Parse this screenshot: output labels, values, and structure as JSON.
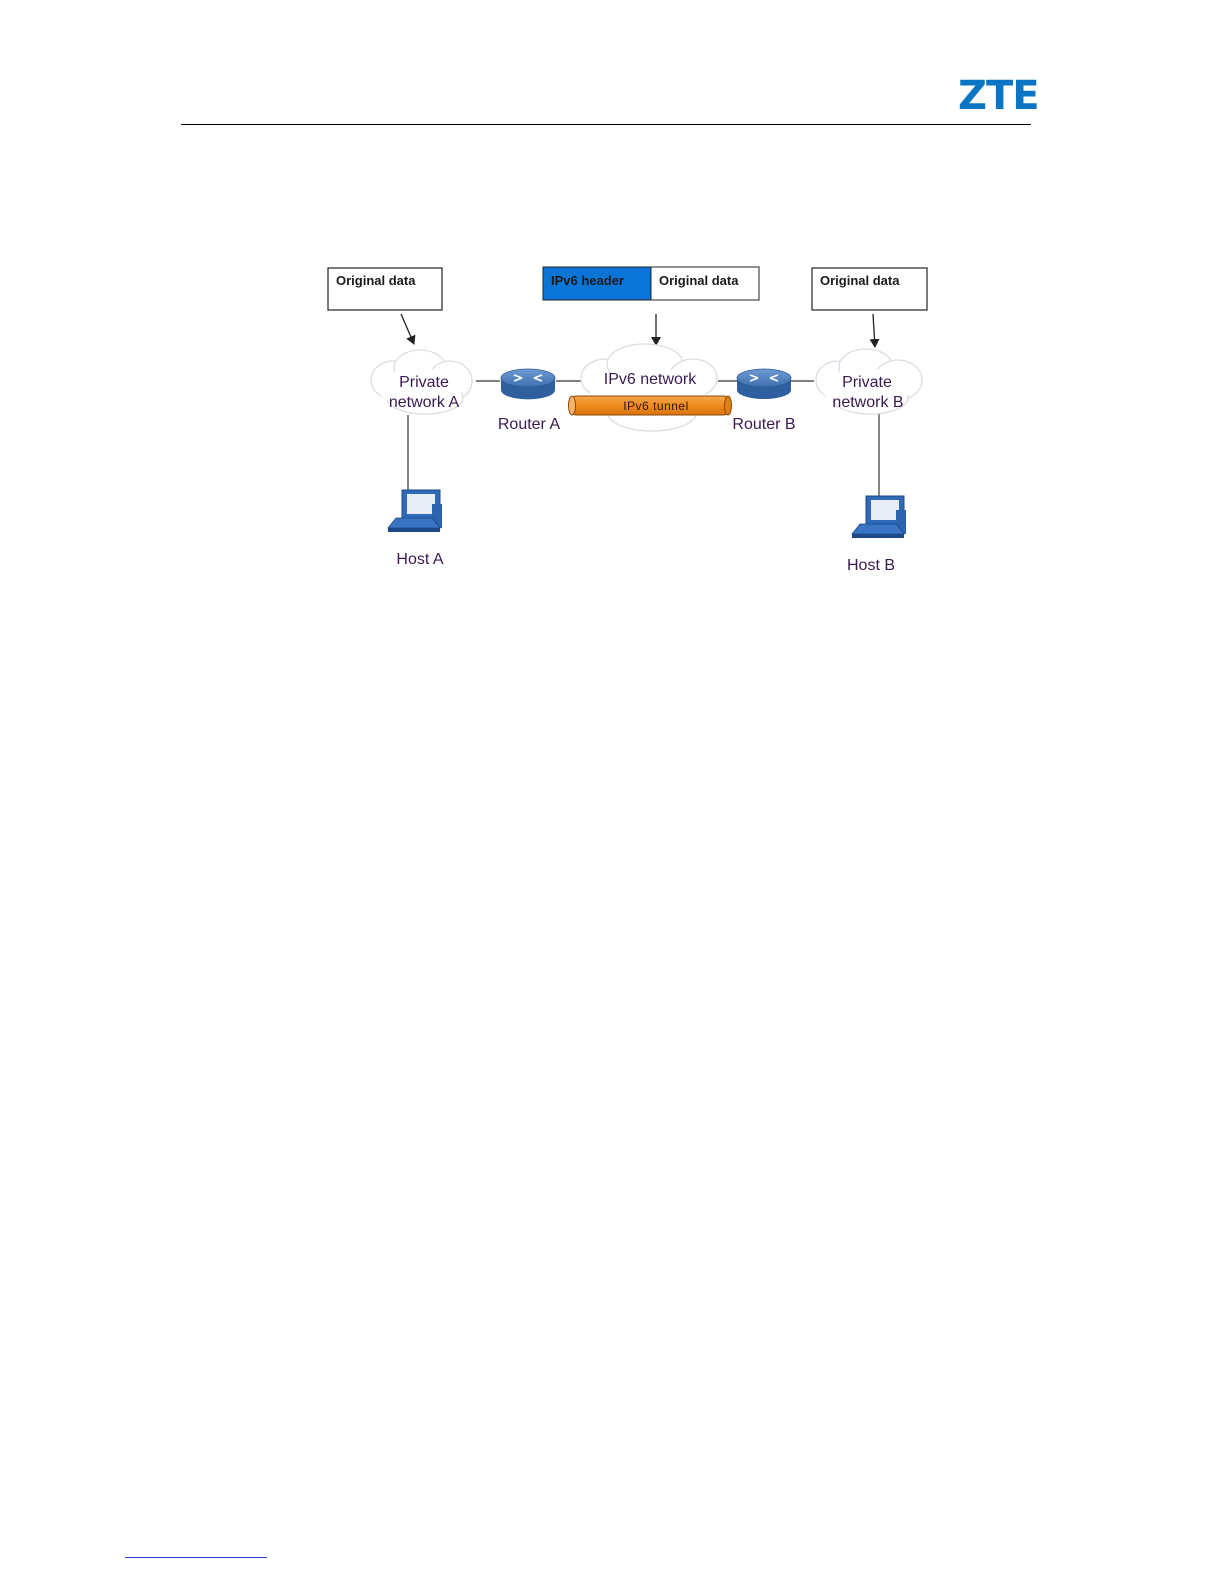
{
  "header": {
    "logo_text": "ZTE",
    "logo_color": "#0a75c2"
  },
  "diagram": {
    "packet_left": {
      "label": "Original data"
    },
    "packet_center": {
      "header_label": "IPv6 header",
      "data_label": "Original data",
      "header_color": "#0a75d6"
    },
    "packet_right": {
      "label": "Original data"
    },
    "network_a": {
      "line1": "Private",
      "line2": "network A"
    },
    "ipv6_network": {
      "label": "IPv6 network"
    },
    "network_b": {
      "line1": "Private",
      "line2": "network B"
    },
    "tunnel": {
      "label": "IPv6  tunnel",
      "color": "#ef8a1e"
    },
    "router_a": {
      "label": "Router A"
    },
    "router_b": {
      "label": "Router B"
    },
    "host_a": {
      "label": "Host A"
    },
    "host_b": {
      "label": "Host B"
    },
    "router_color": "#3c6fb0",
    "host_color": "#2f6ab8"
  }
}
